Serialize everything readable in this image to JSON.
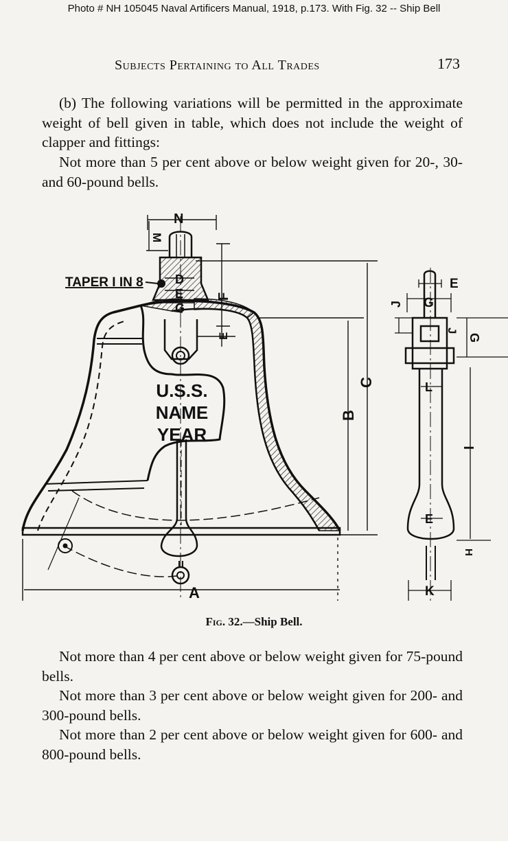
{
  "caption": "Photo #  NH 105045    Naval Artificers Manual, 1918, p.173.  With Fig. 32 -- Ship Bell",
  "running_head": "Subjects Pertaining to All Trades",
  "page_number": "173",
  "paragraphs": [
    "(b) The following variations will be permitted in the approximate weight of bell given in table, which does not include the weight of clapper and fittings:",
    "Not more than 5 per cent above or below weight given for 20-, 30- and 60-pound bells.",
    "Not more than 4 per cent above or below weight given for 75-pound bells.",
    "Not more than 3 per cent above or below weight given for 200- and 300-pound bells.",
    "Not more than 2 per cent above or below weight given for 600- and 800-pound bells."
  ],
  "figure": {
    "caption_label": "Fig. 32.",
    "caption_title": "—Ship Bell.",
    "taper_note": "TAPER I IN 8",
    "bell_inscription": [
      "U.S.S.",
      "NAME",
      "YEAR"
    ],
    "dimension_labels": {
      "A": "A",
      "B": "B",
      "C": "C",
      "D": "D",
      "E": "E",
      "F": "F",
      "G": "G",
      "H": "H",
      "I": "I",
      "J": "J",
      "K": "K",
      "L": "L",
      "M": "M",
      "N": "N"
    }
  }
}
